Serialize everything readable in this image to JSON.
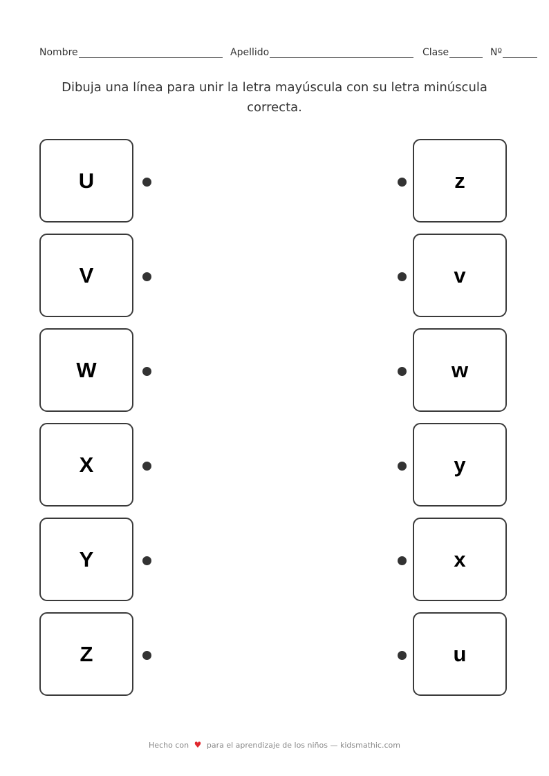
{
  "header": {
    "nombre_label": "Nombre",
    "apellido_label": "Apellido",
    "clase_label": "Clase",
    "numero_label": "Nº"
  },
  "instructions": "Dibuja una línea para unir la letra mayúscula con su letra minúscula correcta.",
  "left_column": [
    {
      "letter": "U"
    },
    {
      "letter": "V"
    },
    {
      "letter": "W"
    },
    {
      "letter": "X"
    },
    {
      "letter": "Y"
    },
    {
      "letter": "Z"
    }
  ],
  "right_column": [
    {
      "letter": "z"
    },
    {
      "letter": "v"
    },
    {
      "letter": "w"
    },
    {
      "letter": "y"
    },
    {
      "letter": "x"
    },
    {
      "letter": "u"
    }
  ],
  "footer": {
    "prefix": "Hecho con",
    "heart_icon": "♥",
    "suffix": "para el aprendizaje de los niños — kidsmathic.com"
  }
}
